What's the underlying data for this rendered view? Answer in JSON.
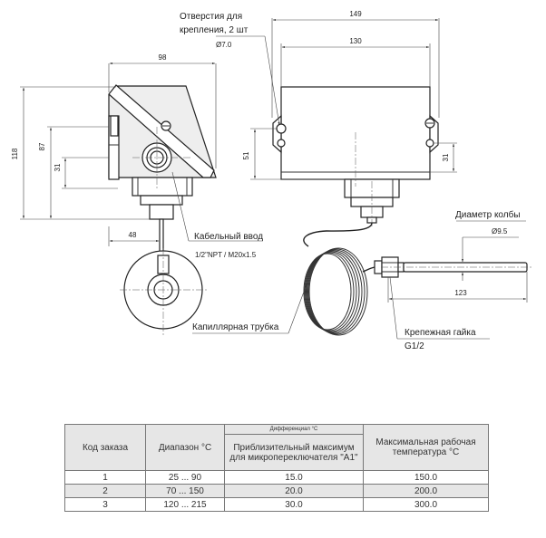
{
  "labels": {
    "mount_holes": "Отверстия для крепления, 2 шт",
    "mount_hole_dia": "Ø7.0",
    "cable_entry": "Кабельный ввод",
    "cable_entry_thread": "1/2\"NPT  /  M20x1.5",
    "bulb_diameter": "Диаметр колбы",
    "bulb_diameter_value": "Ø9.5",
    "capillary": "Капиллярная трубка",
    "fixing_nut": "Крепежная гайка",
    "fixing_nut_thread": "G1/2"
  },
  "dimensions": {
    "side_height": "118",
    "side_width": "98",
    "side_h87": "87",
    "side_h31": "31",
    "side_w48": "48",
    "front_width_total": "149",
    "front_width_body": "130",
    "front_h51": "51",
    "front_h31": "31",
    "bulb_length": "123"
  },
  "table": {
    "headers": {
      "order_code": "Код заказа",
      "range": "Диапазон °C",
      "differential": "Дифференциал °C",
      "differential_sub": "Приблизительный максимум для микропереключателя \"A1\"",
      "max_temp": "Максимальная рабочая температура °C"
    },
    "rows": [
      {
        "code": "1",
        "range": "25 ... 90",
        "diff": "15.0",
        "max": "150.0"
      },
      {
        "code": "2",
        "range": "70 ... 150",
        "diff": "20.0",
        "max": "200.0"
      },
      {
        "code": "3",
        "range": "120 ... 215",
        "diff": "30.0",
        "max": "300.0"
      }
    ]
  }
}
